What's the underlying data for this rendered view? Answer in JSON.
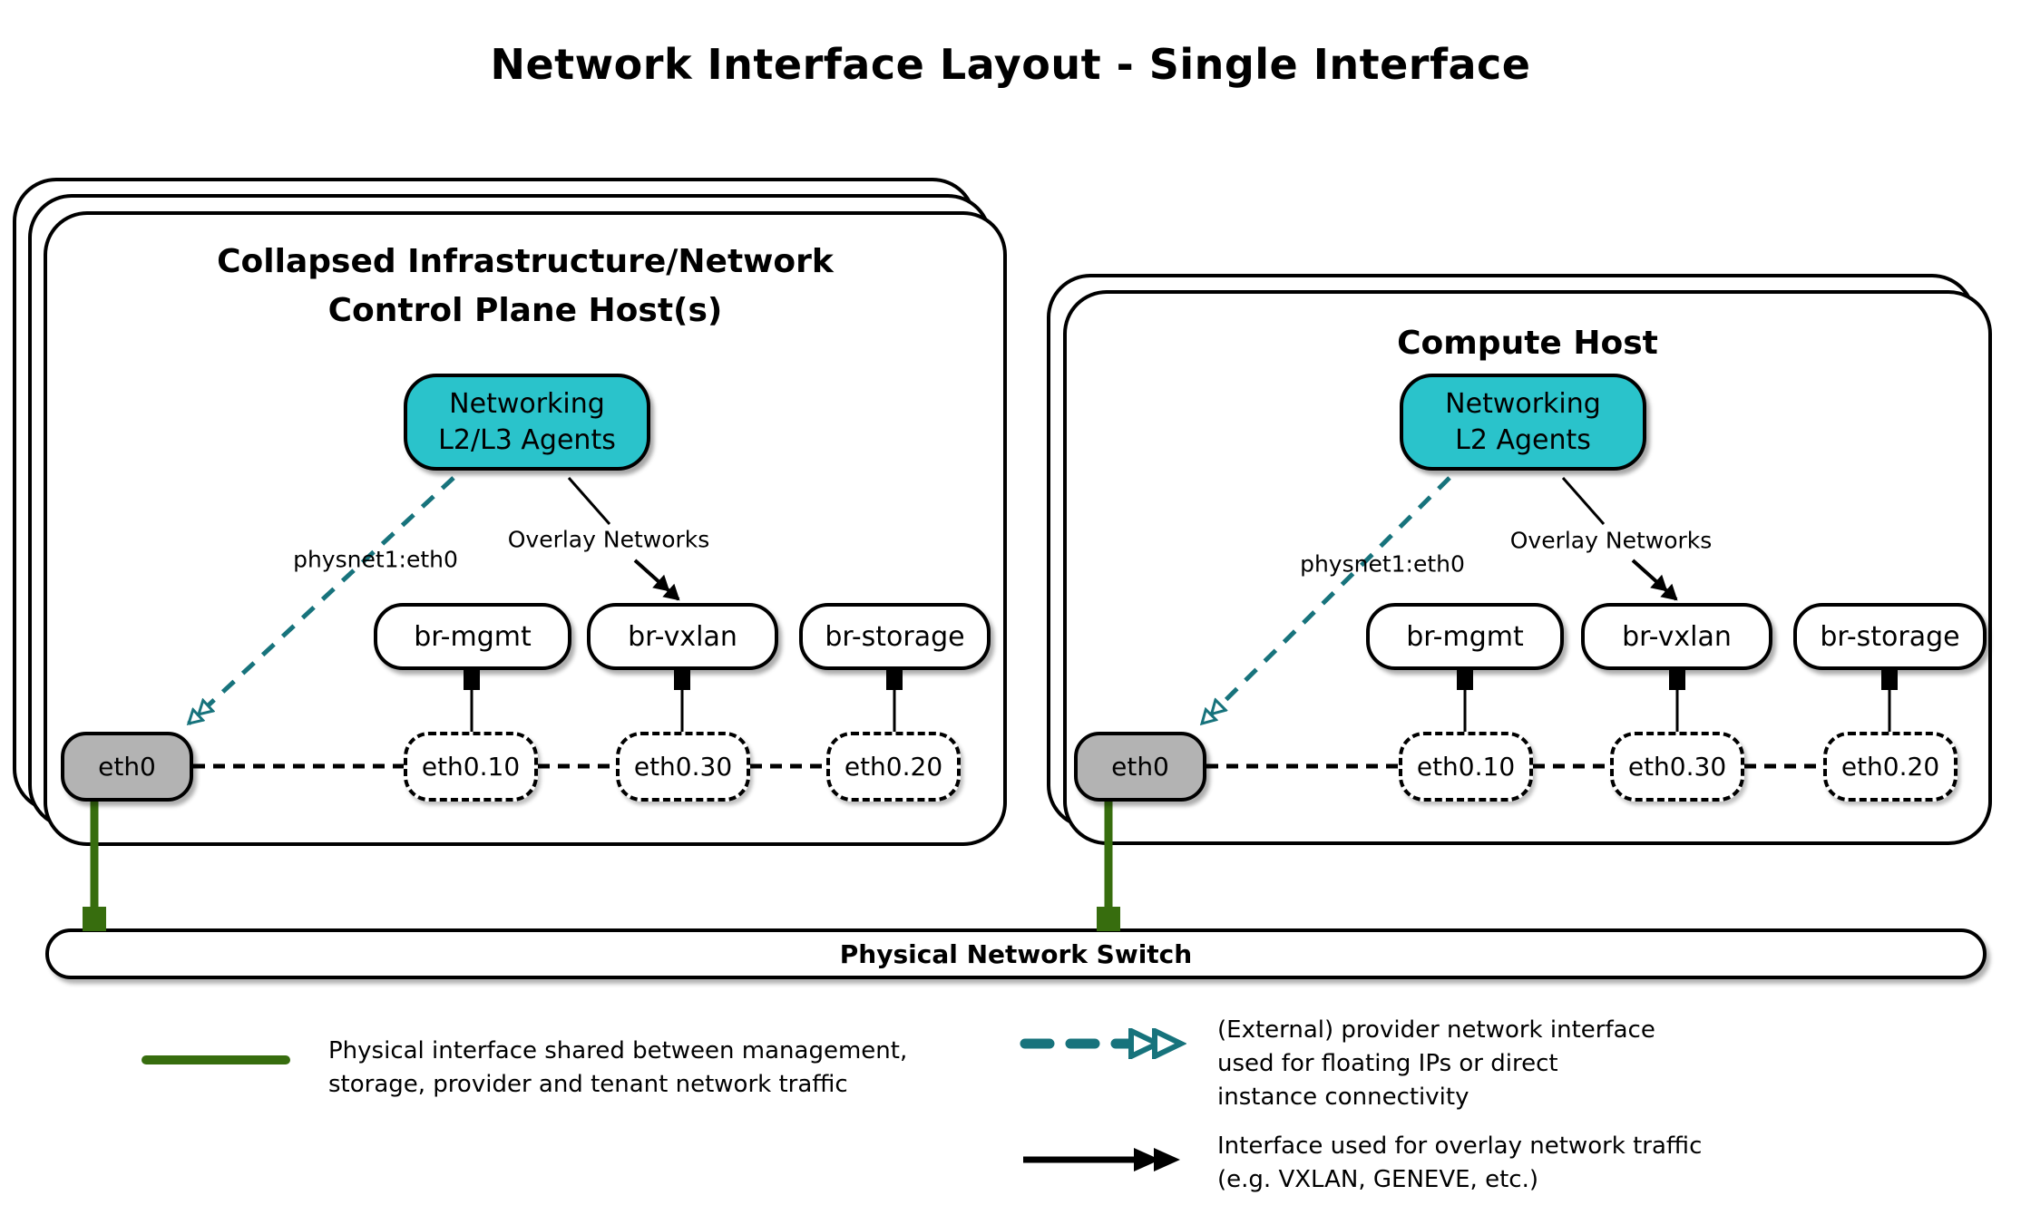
{
  "title": "Network Interface Layout - Single Interface",
  "colors": {
    "agent_fill": "#2ac3cb",
    "provider_line": "#17737c",
    "physical_line": "#376d0e",
    "interface_fill": "#b3b3b3"
  },
  "hosts": [
    {
      "title_line1": "Collapsed Infrastructure/Network",
      "title_line2": "Control Plane Host(s)",
      "agent_line1": "Networking",
      "agent_line2": "L2/L3 Agents",
      "provider_label": "physnet1:eth0",
      "overlay_label": "Overlay Networks",
      "bridges": [
        "br-mgmt",
        "br-vxlan",
        "br-storage"
      ],
      "phys_interface": "eth0",
      "vlan_interfaces": [
        "eth0.10",
        "eth0.30",
        "eth0.20"
      ]
    },
    {
      "title_line1": "Compute Host",
      "title_line2": "",
      "agent_line1": "Networking",
      "agent_line2": "L2 Agents",
      "provider_label": "physnet1:eth0",
      "overlay_label": "Overlay Networks",
      "bridges": [
        "br-mgmt",
        "br-vxlan",
        "br-storage"
      ],
      "phys_interface": "eth0",
      "vlan_interfaces": [
        "eth0.10",
        "eth0.30",
        "eth0.20"
      ]
    }
  ],
  "switch": {
    "label": "Physical Network Switch"
  },
  "legend": [
    {
      "lines": [
        "Physical interface shared between management,",
        "storage, provider and tenant network traffic"
      ]
    },
    {
      "lines": [
        "(External) provider network interface",
        "used for floating IPs or direct",
        "instance connectivity"
      ]
    },
    {
      "lines": [
        "Interface used for overlay network traffic",
        "(e.g. VXLAN, GENEVE, etc.)"
      ]
    }
  ]
}
